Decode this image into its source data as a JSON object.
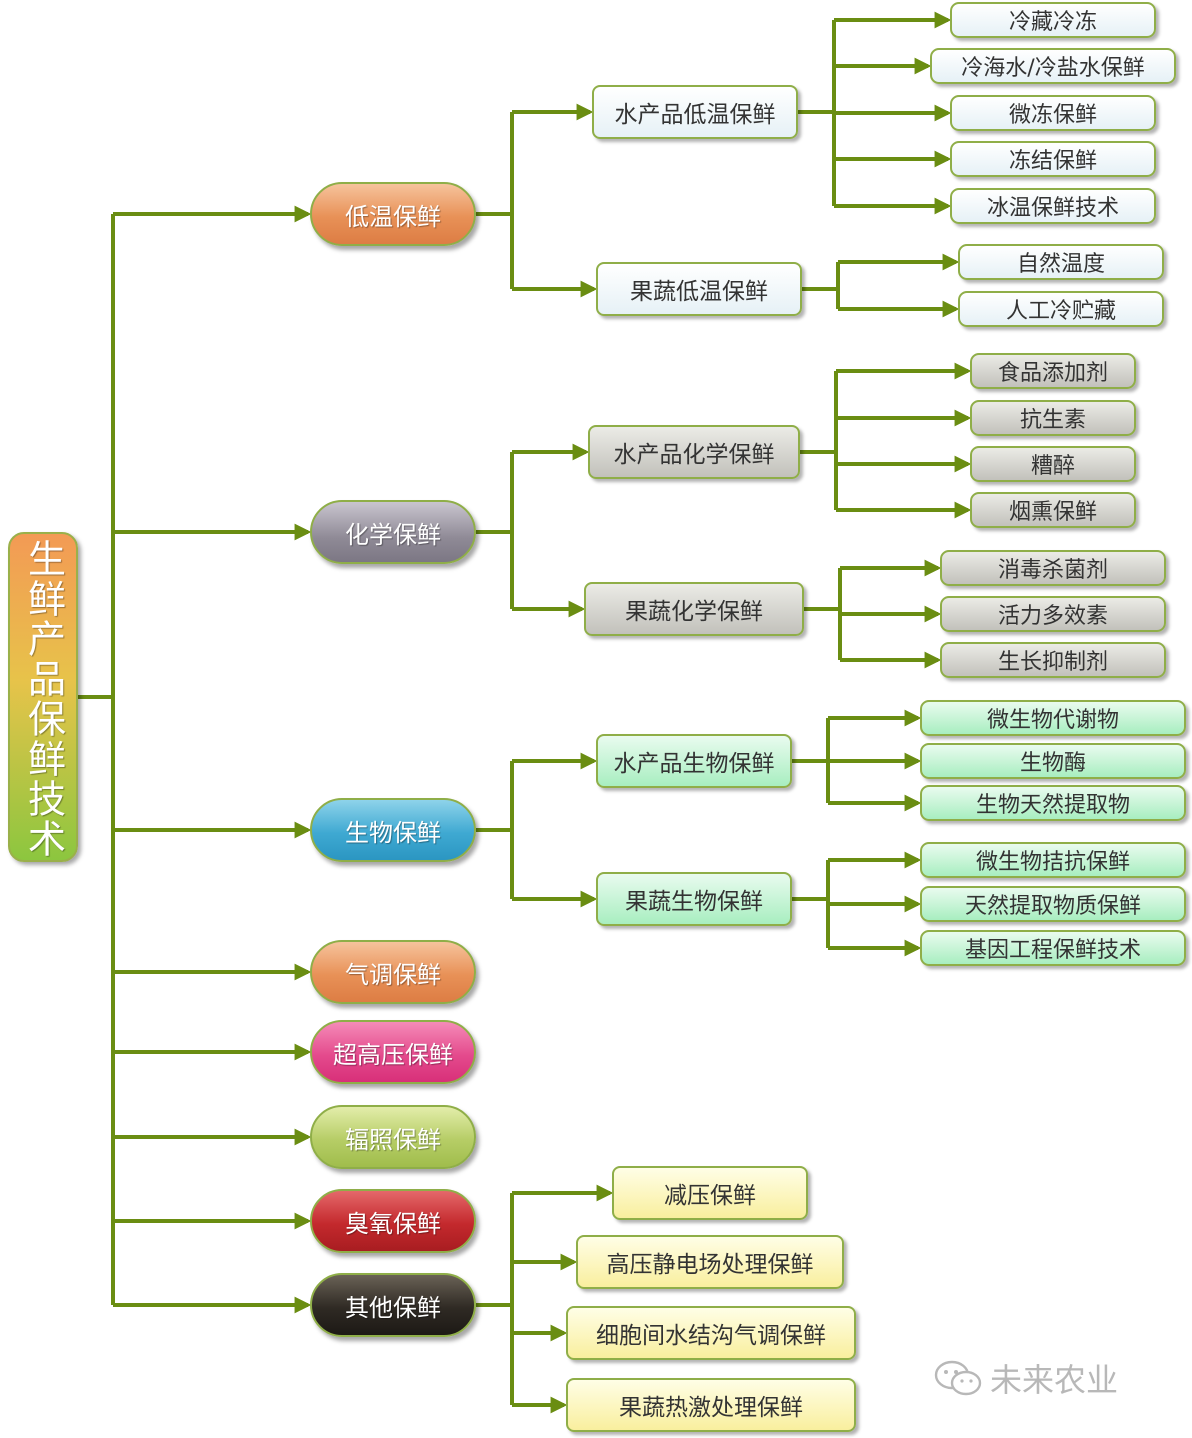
{
  "root": {
    "label": "生鲜产品保鲜技术"
  },
  "categories": [
    {
      "label": "低温保鲜",
      "color": "#e58a52"
    },
    {
      "label": "化学保鲜",
      "color": "#8c8793"
    },
    {
      "label": "生物保鲜",
      "color": "#36a3cf"
    },
    {
      "label": "气调保鲜",
      "color": "#e58a52"
    },
    {
      "label": "超高压保鲜",
      "color": "#e0458a"
    },
    {
      "label": "辐照保鲜",
      "color": "#b0c85f"
    },
    {
      "label": "臭氧保鲜",
      "color": "#bf2428"
    },
    {
      "label": "其他保鲜",
      "color": "#2a251f"
    }
  ],
  "groups": {
    "low_temp": [
      {
        "label": "水产品低温保鲜",
        "items": [
          "冷藏冷冻",
          "冷海水/冷盐水保鲜",
          "微冻保鲜",
          "冻结保鲜",
          "冰温保鲜技术"
        ]
      },
      {
        "label": "果蔬低温保鲜",
        "items": [
          "自然温度",
          "人工冷贮藏"
        ]
      }
    ],
    "chemical": [
      {
        "label": "水产品化学保鲜",
        "items": [
          "食品添加剂",
          "抗生素",
          "糟醉",
          "烟熏保鲜"
        ]
      },
      {
        "label": "果蔬化学保鲜",
        "items": [
          "消毒杀菌剂",
          "活力多效素",
          "生长抑制剂"
        ]
      }
    ],
    "biological": [
      {
        "label": "水产品生物保鲜",
        "items": [
          "微生物代谢物",
          "生物酶",
          "生物天然提取物"
        ]
      },
      {
        "label": "果蔬生物保鲜",
        "items": [
          "微生物拮抗保鲜",
          "天然提取物质保鲜",
          "基因工程保鲜技术"
        ]
      }
    ],
    "other": [
      "减压保鲜",
      "高压静电场处理保鲜",
      "细胞间水结沟气调保鲜",
      "果蔬热激处理保鲜"
    ]
  },
  "connector_color": "#6a8d12",
  "watermark": {
    "icon": "wechat-icon",
    "text": "未来农业"
  }
}
